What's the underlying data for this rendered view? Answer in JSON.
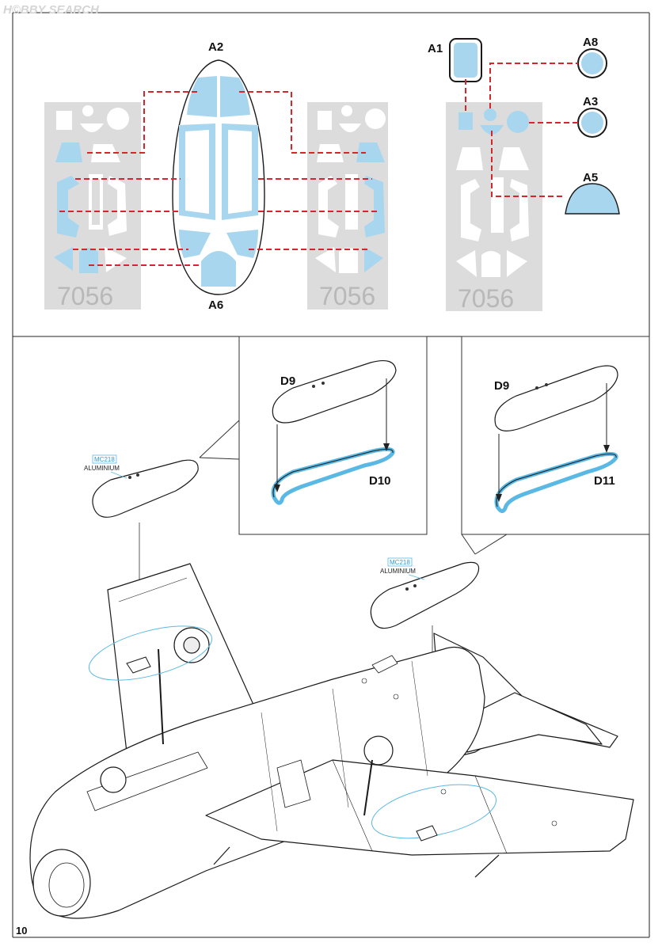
{
  "watermark": "H©BBY SEARCH",
  "page_number": "10",
  "mask_sheets": {
    "sheet_number": "7056",
    "labels": {
      "a1": "A1",
      "a2": "A2",
      "a3": "A3",
      "a5": "A5",
      "a6": "A6",
      "a8": "A8"
    }
  },
  "parts": {
    "d9_left": "D9",
    "d9_right": "D9",
    "d10": "D10",
    "d11": "D11"
  },
  "paint_callouts": [
    {
      "code": "MC218",
      "name": "ALUMINIUM"
    },
    {
      "code": "MC218",
      "name": "ALUMINIUM"
    }
  ],
  "colors": {
    "mask_blue": "#a9d6ef",
    "mask_sheet_grey": "#dcdcdc",
    "guide_red": "#d7262b",
    "callout_blue": "#5ab9e4",
    "line_black": "#1a1a1a"
  }
}
